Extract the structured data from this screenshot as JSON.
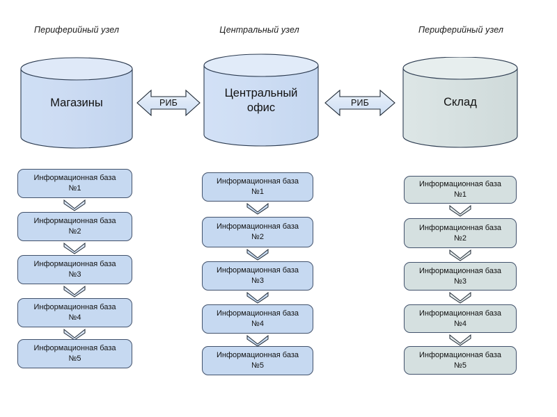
{
  "diagram": {
    "title_note": "",
    "colors": {
      "blue_fill": "#c6d9f1",
      "blue_fill_light": "#d9e4f5",
      "grey_fill": "#d5e0e0",
      "grey_fill_light": "#e3eaea",
      "stroke": "#41516b",
      "arrow_fill": "#dbe6f5",
      "text": "#111111"
    },
    "columns": [
      {
        "id": "shops",
        "header": "Периферийный узел",
        "cylinder_label": "Магазины",
        "theme": "blue",
        "databases": [
          "Информационная база\n№1",
          "Информационная база\n№2",
          "Информационная база\n№3",
          "Информационная база\n№4",
          "Информационная база\n№5"
        ]
      },
      {
        "id": "central-office",
        "header": "Центральный узел",
        "cylinder_label": "Центральный\nофис",
        "theme": "blue",
        "databases": [
          "Информационная база\n№1",
          "Информационная база\n№2",
          "Информационная база\n№3",
          "Информационная база\n№4",
          "Информационная база\n№5"
        ]
      },
      {
        "id": "warehouse",
        "header": "Периферийный узел",
        "cylinder_label": "Склад",
        "theme": "grey",
        "databases": [
          "Информационная база\n№1",
          "Информационная база\n№2",
          "Информационная база\n№3",
          "Информационная база\n№4",
          "Информационная база\n№5"
        ]
      }
    ],
    "links": [
      {
        "id": "link-left",
        "label": "РИБ"
      },
      {
        "id": "link-right",
        "label": "РИБ"
      }
    ]
  }
}
